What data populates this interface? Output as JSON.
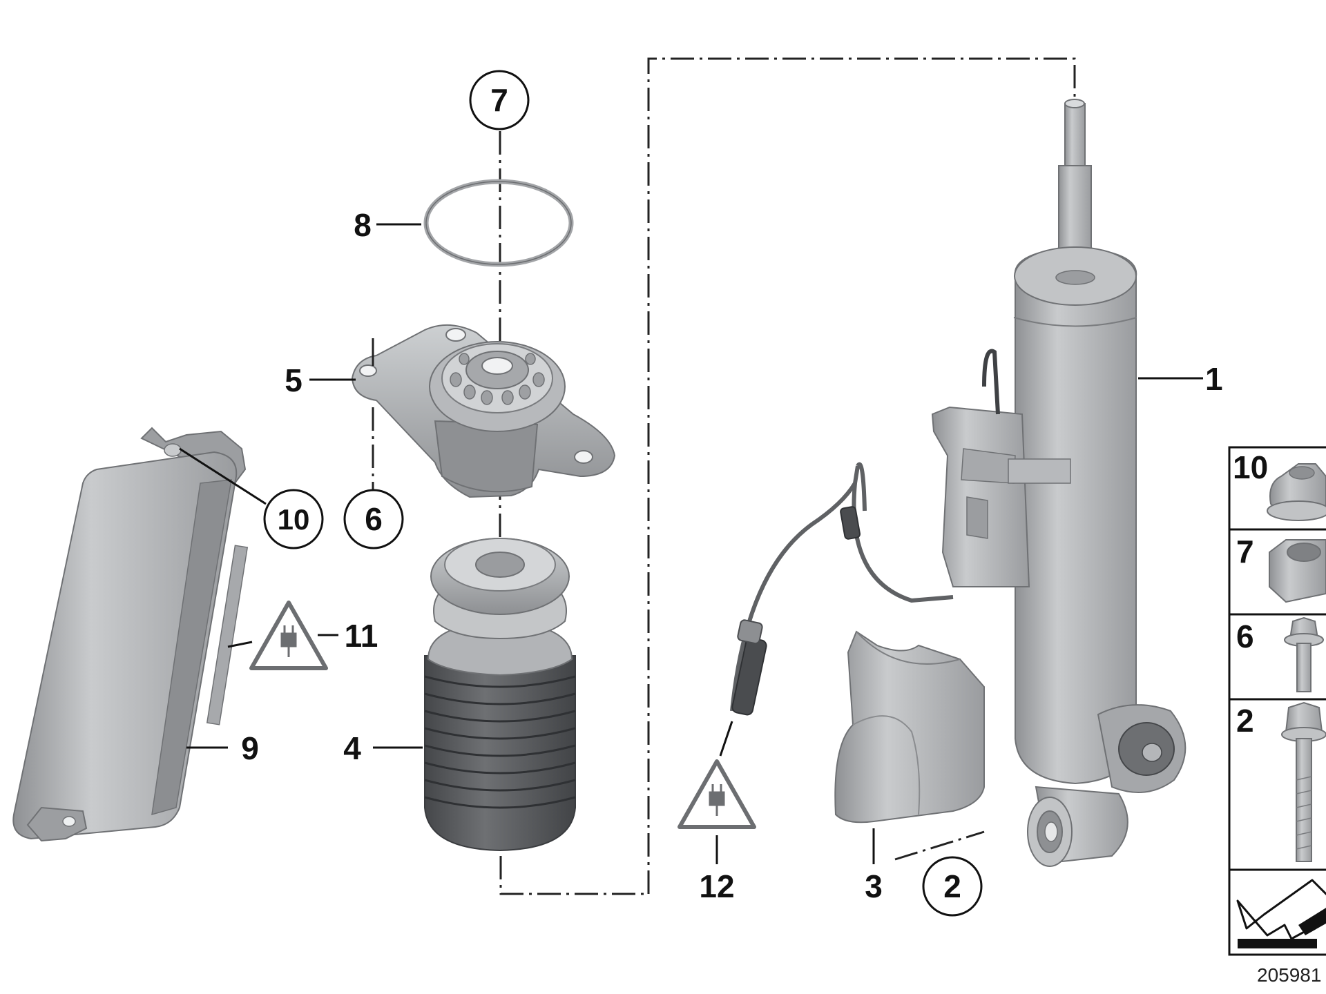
{
  "callouts": {
    "c1": "1",
    "c2": "2",
    "c3": "3",
    "c4": "4",
    "c5": "5",
    "c6": "6",
    "c7": "7",
    "c8": "8",
    "c9": "9",
    "c10": "10",
    "c11": "11",
    "c12": "12"
  },
  "fastener_panel": {
    "items": [
      {
        "label": "10",
        "icon": "flange-nut-icon"
      },
      {
        "label": "7",
        "icon": "hex-nut-icon"
      },
      {
        "label": "6",
        "icon": "flange-bolt-short-icon"
      },
      {
        "label": "2",
        "icon": "flange-bolt-long-icon"
      }
    ],
    "last_cell_icon": "direction-arrow-icon"
  },
  "reference_number": "205981",
  "colors": {
    "part_fill": "#b4b6b9",
    "part_dark": "#8d8f92",
    "boot_fill": "#5f6164",
    "line": "#111111"
  }
}
